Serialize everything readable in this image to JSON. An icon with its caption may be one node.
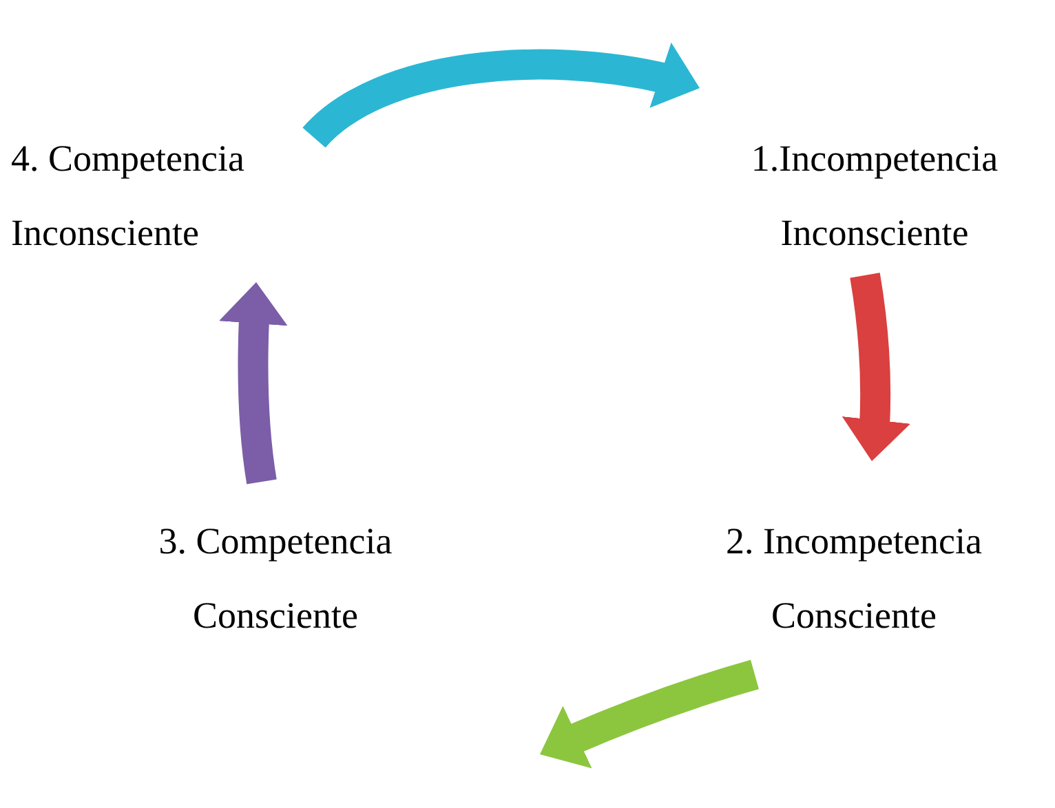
{
  "diagram": {
    "nodes": [
      {
        "text": [
          "1.Incompetencia Inconsciente"
        ]
      },
      {
        "text": [
          "2. Incompetencia Consciente"
        ]
      },
      {
        "text": [
          "3. Competencia Consciente"
        ]
      },
      {
        "text": [
          "4. Competencia Inconsciente"
        ]
      }
    ],
    "edges": [
      {
        "from": 3,
        "to": 0,
        "arrow": "to",
        "color": "#2bb7d3"
      },
      {
        "from": 0,
        "to": 1,
        "arrow": "to",
        "color": "#d9403f"
      },
      {
        "from": 1,
        "to": 2,
        "arrow": "to",
        "color": "#8cc63f"
      },
      {
        "from": 2,
        "to": 3,
        "arrow": "to",
        "color": "#7b5ea7"
      }
    ]
  }
}
